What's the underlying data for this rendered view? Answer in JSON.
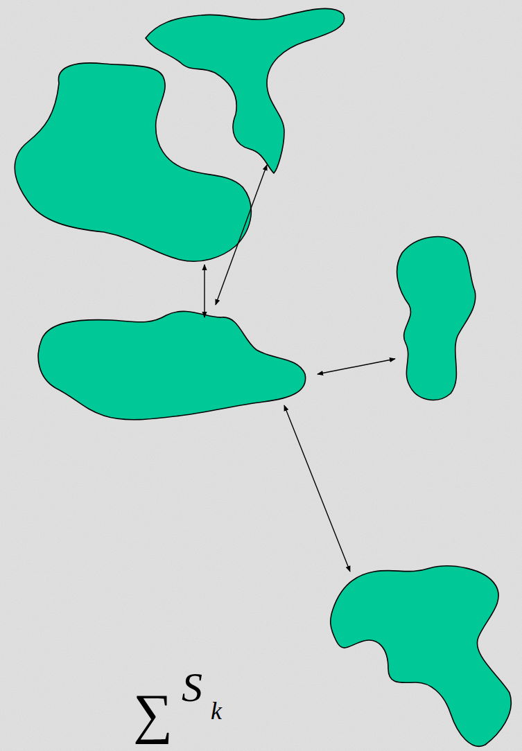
{
  "diagram": {
    "labels": [
      "∑",
      "S",
      "k"
    ]
  }
}
